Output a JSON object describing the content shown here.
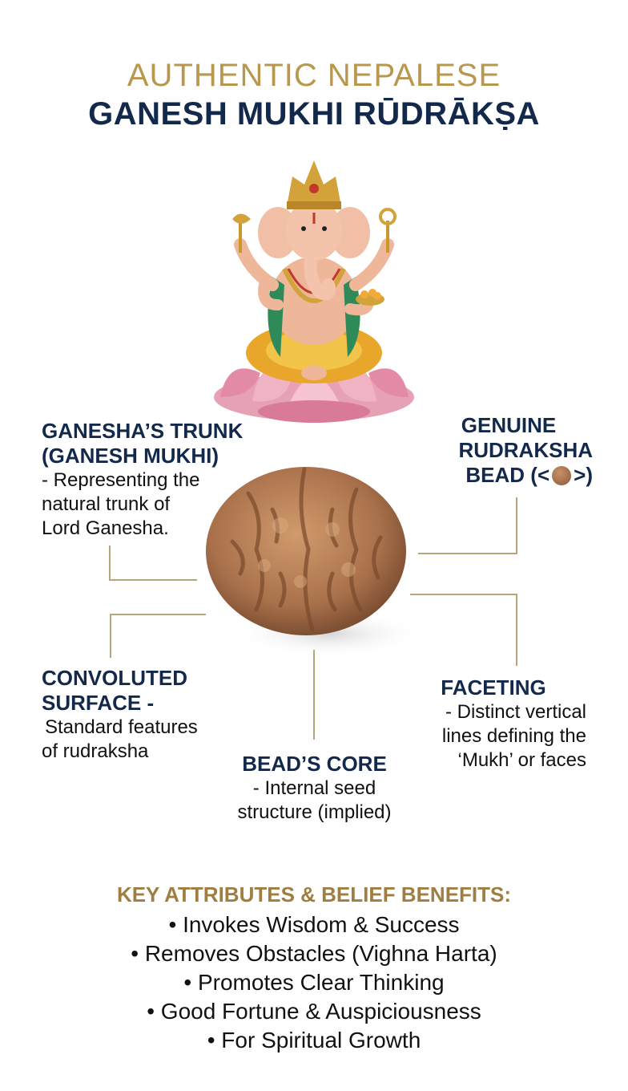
{
  "header": {
    "line1": "AUTHENTIC NEPALESE",
    "line2": "GANESH MUKHI RŪDRĀKṢA"
  },
  "labels": {
    "trunk": {
      "head_line1": "GANESHA’S TRUNK",
      "head_line2": "(GANESH MUKHI)",
      "desc_line1": "- Representing the",
      "desc_line2": "natural trunk of",
      "desc_line3": "Lord Ganesha."
    },
    "genuine": {
      "head_line1": "GENUINE",
      "head_line2": "RUDRAKSHA",
      "head_line3_prefix": "BEAD (<",
      "head_line3_suffix": ">)"
    },
    "convoluted": {
      "head_line1": "CONVOLUTED",
      "head_line2": "SURFACE -",
      "desc_line1": "Standard features",
      "desc_line2": "of rudraksha"
    },
    "faceting": {
      "head": "FACETING",
      "desc_line1": "- Distinct vertical",
      "desc_line2": "lines defining the",
      "desc_line3": "‘Mukh’ or faces"
    },
    "core": {
      "head": "BEAD’S CORE",
      "desc_line1": "- Internal seed",
      "desc_line2": "structure (implied)"
    }
  },
  "key_attributes": {
    "heading": "KEY ATTRIBUTES & BELIEF BENEFITS:",
    "items": [
      "• Invokes Wisdom & Success",
      "• Removes Obstacles (Vighna Harta)",
      "• Promotes Clear Thinking",
      "• Good Fortune & Auspiciousness",
      "• For Spiritual Growth"
    ]
  },
  "images": {
    "deity": "ganesha-illustration",
    "bead": "rudraksha-bead-photo"
  },
  "colors": {
    "gold": "#b8974f",
    "navy": "#13294b",
    "bead": "#b07850"
  }
}
